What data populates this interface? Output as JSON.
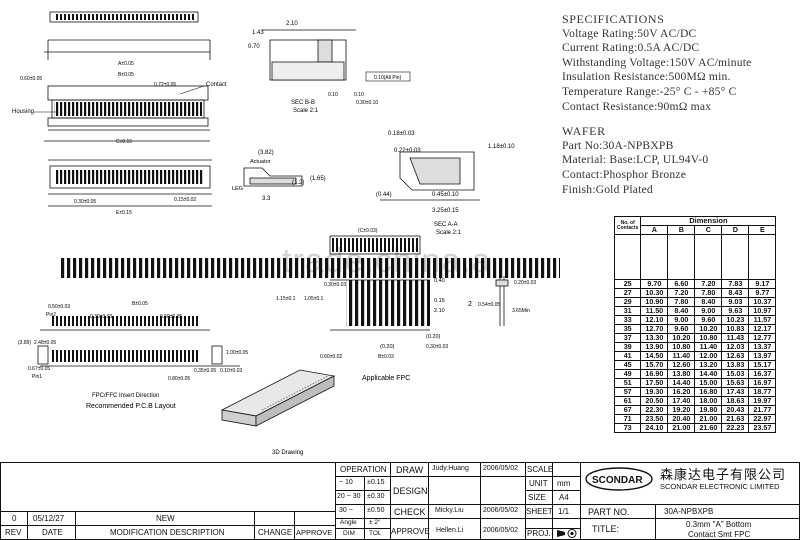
{
  "spec": {
    "heading": "SPECIFICATIONS",
    "lines": [
      "Voltage Rating:50V AC/DC",
      "Current Rating:0.5A AC/DC",
      "Withstanding Voltage:150V AC/minute",
      "Insulation Resistance:500MΩ min.",
      "Temperature Range:-25° C - +85° C",
      "Contact Resistance:90mΩ max"
    ],
    "wafer_heading": "WAFER",
    "wafer_lines": [
      "Part No:30A-NPBXPB",
      "Material: Base:LCP, UL94V-0",
      "Contact:Phosphor Bronze",
      "Finish:Gold Plated"
    ]
  },
  "dimension_table": {
    "title": "Dimension",
    "contacts_header": "No. of Contacts",
    "columns": [
      "A",
      "B",
      "C",
      "D",
      "E"
    ],
    "rows": [
      [
        "25",
        "9.70",
        "6.60",
        "7.20",
        "7.83",
        "9.17"
      ],
      [
        "27",
        "10.30",
        "7.20",
        "7.80",
        "8.43",
        "9.77"
      ],
      [
        "29",
        "10.90",
        "7.80",
        "8.40",
        "9.03",
        "10.37"
      ],
      [
        "31",
        "11.50",
        "8.40",
        "9.00",
        "9.63",
        "10.97"
      ],
      [
        "33",
        "12.10",
        "9.00",
        "9.60",
        "10.23",
        "11.57"
      ],
      [
        "35",
        "12.70",
        "9.60",
        "10.20",
        "10.83",
        "12.17"
      ],
      [
        "37",
        "13.30",
        "10.20",
        "10.80",
        "11.43",
        "12.77"
      ],
      [
        "39",
        "13.90",
        "10.80",
        "11.40",
        "12.03",
        "13.37"
      ],
      [
        "41",
        "14.50",
        "11.40",
        "12.00",
        "12.63",
        "13.97"
      ],
      [
        "45",
        "15.70",
        "12.60",
        "13.20",
        "13.83",
        "15.17"
      ],
      [
        "49",
        "16.90",
        "13.80",
        "14.40",
        "15.03",
        "16.37"
      ],
      [
        "51",
        "17.50",
        "14.40",
        "15.00",
        "15.63",
        "16.97"
      ],
      [
        "57",
        "19.30",
        "16.20",
        "16.80",
        "17.43",
        "18.77"
      ],
      [
        "61",
        "20.50",
        "17.40",
        "18.00",
        "18.63",
        "19.97"
      ],
      [
        "67",
        "22.30",
        "19.20",
        "19.80",
        "20.43",
        "21.77"
      ],
      [
        "71",
        "23.50",
        "20.40",
        "21.00",
        "21.63",
        "22.97"
      ],
      [
        "73",
        "24.10",
        "21.00",
        "21.60",
        "22.23",
        "23.57"
      ]
    ]
  },
  "drawing_labels": {
    "contact": "Contact",
    "housing": "Housing",
    "dim_060": "0.60±0.05",
    "dim_a": "A±0.05",
    "dim_b": "B±0.05",
    "dim_c": "C±0.15",
    "dim_e": "E±0.15",
    "dim_072": "0.72±0.05",
    "dim_030": "0.30±0.05",
    "dim_015": "0.15±0.02",
    "dim_210": "2.10",
    "dim_143": "1.43",
    "dim_070": "0.70",
    "dim_010a": "0.10",
    "dim_010b": "0.10",
    "dim_010allpin": "0.10(All Pin)",
    "dim_030b": "0.30±0.10",
    "sec_bb": "SEC B-B",
    "scale21": "Scale 2:1",
    "dim_018": "0.18±0.03",
    "dim_022": "0.22±0.03",
    "dim_118": "1.18±0.10",
    "dim_045": "0.45±0.10",
    "dim_325": "3.25±0.15",
    "dim_044": "(0.44)",
    "sec_aa": "SEC A-A",
    "scale21b": "Scale 2:1",
    "dim_382": "(3.82)",
    "actuator": "Actuator",
    "leg": "LEG",
    "dim_33": "3.3",
    "dim_12": "(1.2)",
    "dim_165": "(1.65)",
    "dim_040": "0.40",
    "dim_d": "(C±0.03)",
    "dim_030c": "0.30±0.03",
    "dim_115": "1.15±0.1",
    "dim_105": "1.05±0.1",
    "dim_0202": "0.20±0.03",
    "dim_2": "2",
    "dim_054": "0.54±0.05",
    "dim_015b": "0.15",
    "dim_210b": "2.10",
    "dim_365": "3.65Min",
    "dim_060b": "0.60±0.02",
    "dim_b003": "B±0.03",
    "dim_020a": "(0.20)",
    "dim_020b": "(0.20)",
    "dim_030d": "0.30±0.03",
    "applicable_fpc": "Applicable FPC",
    "dim_050": "0.50±0.03",
    "pin2": "Pin2",
    "dim_030e": "0.30±0.03",
    "dim_b005": "B±0.05",
    "dim_060c": "0.60±0.05",
    "dim_389": "(3.89)",
    "dim_248": "2.48±0.05",
    "dim_067": "0.67±0.05",
    "pin1": "Pin1",
    "dim_100": "1.00±0.05",
    "dim_035": "0.35±0.05",
    "dim_080": "0.80±0.05",
    "dim_010c": "0.10±0.03",
    "fpc_insert": "FPC/FFC Insert Direction",
    "recommended": "Recommended P.C.B Layout",
    "drawing3d": "3D Drawing",
    "watermark": "trade.china.a"
  },
  "title_block": {
    "operation": "OPERATION",
    "tol_rows": [
      [
        "~ 10",
        "±0.15"
      ],
      [
        "20 ~ 30",
        "±0.30"
      ],
      [
        "30 ~",
        "±0.50"
      ],
      [
        "Angle",
        "± 2°"
      ]
    ],
    "dim_label": "DIM",
    "tol_label": "TOL",
    "draw": "DRAW",
    "design": "DESIGN",
    "check": "CHECK",
    "approve": "APPROVE",
    "draw_name": "Judy.Huang",
    "check_name": "Micky.Liu",
    "approve_name": "Hellen.Li",
    "draw_date": "2006/05/02",
    "check_date": "2006/05/02",
    "approve_date": "2006/05/02",
    "scale": "SCALE",
    "unit": "UNIT",
    "unit_value": "mm",
    "size": "SIZE",
    "size_value": "A4",
    "sheet": "SHEET",
    "sheet_value": "1/1",
    "proj": "PROJ.",
    "company_cn": "森康达电子有限公司",
    "company_en": "SCONDAR ELECTRONIC LIMITED",
    "logo": "SCONDAR",
    "part_no_label": "PART NO.",
    "part_no": "30A-NPBXPB",
    "title_label": "TITLE:",
    "title_line1": "0.3mm \"A\" Bottom",
    "title_line2": "Contact Smt FPC",
    "rev_value": "0",
    "rev_date": "05/12/27",
    "rev_desc": "NEW",
    "rev_label": "REV",
    "date_label": "DATE",
    "mod_label": "MODIFICATION DESCRIPTION",
    "change_label": "CHANGE",
    "approve_label": "APPROVE"
  },
  "colors": {
    "ink": "#111111",
    "pad": "#1a1a1a",
    "watermark": "#c8c8c8"
  }
}
